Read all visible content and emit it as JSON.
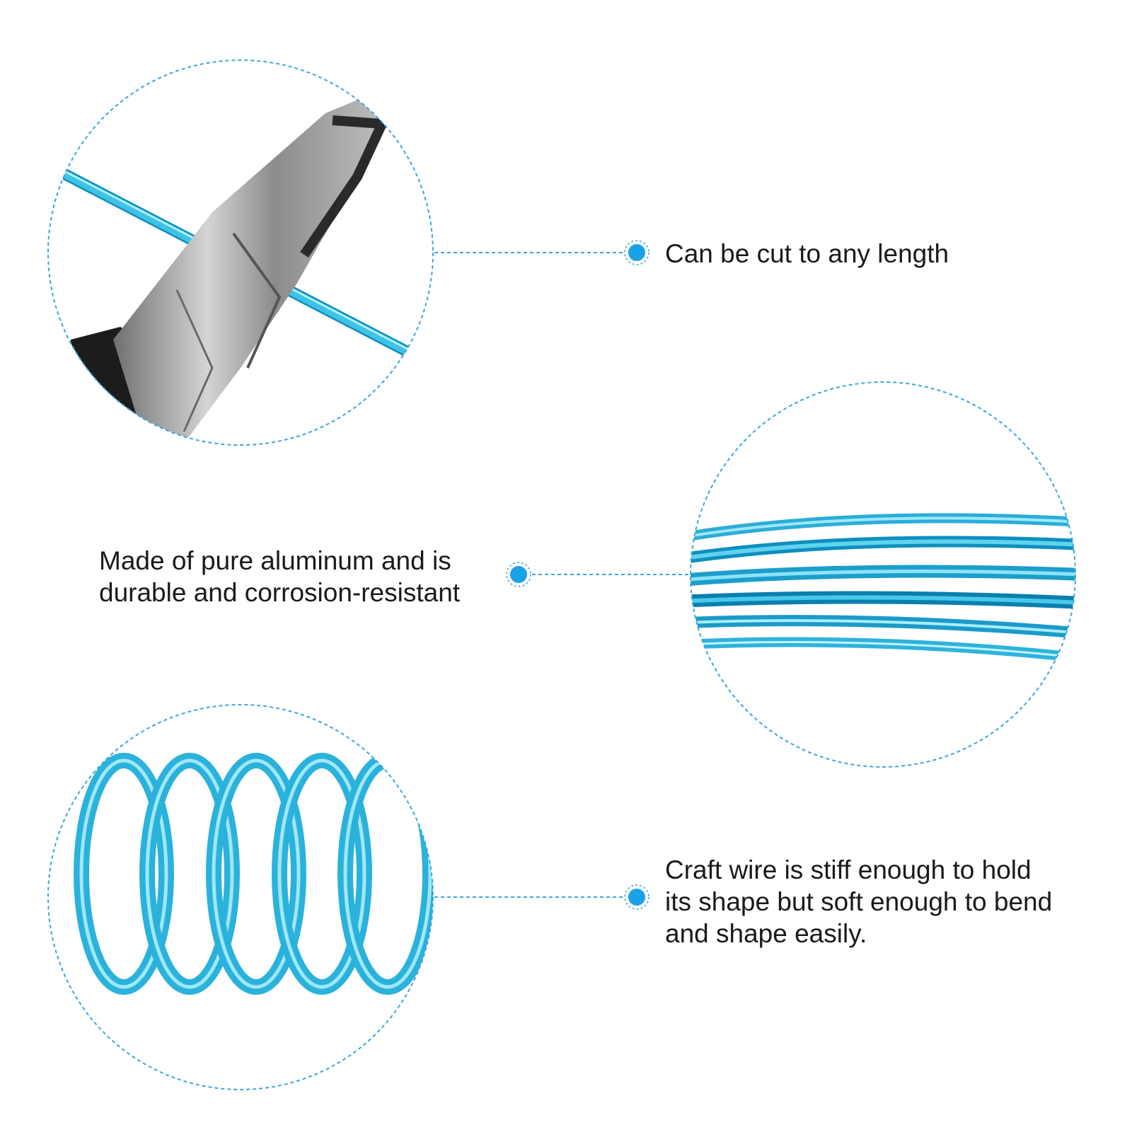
{
  "colors": {
    "accent": "#1ba1e6",
    "dashed_line": "#3aa6dc",
    "wire_light": "#7fdcf0",
    "wire_mid": "#3ec3e6",
    "wire_dark": "#0e8fbf",
    "text": "#1a1a1a",
    "pliers_metal": "#9a9a9a",
    "pliers_handle": "#1c1c1c"
  },
  "features": [
    {
      "id": "cut",
      "image": "pliers-cutting-wire",
      "lines": [
        "Can be cut to any length"
      ]
    },
    {
      "id": "material",
      "image": "wire-coil-closeup",
      "lines": [
        "Made of pure aluminum and is",
        "durable and corrosion-resistant"
      ]
    },
    {
      "id": "stiff",
      "image": "wire-spring-coil",
      "lines": [
        "Craft wire is stiff enough to hold",
        "its shape but soft enough to bend",
        "and shape easily."
      ]
    }
  ]
}
